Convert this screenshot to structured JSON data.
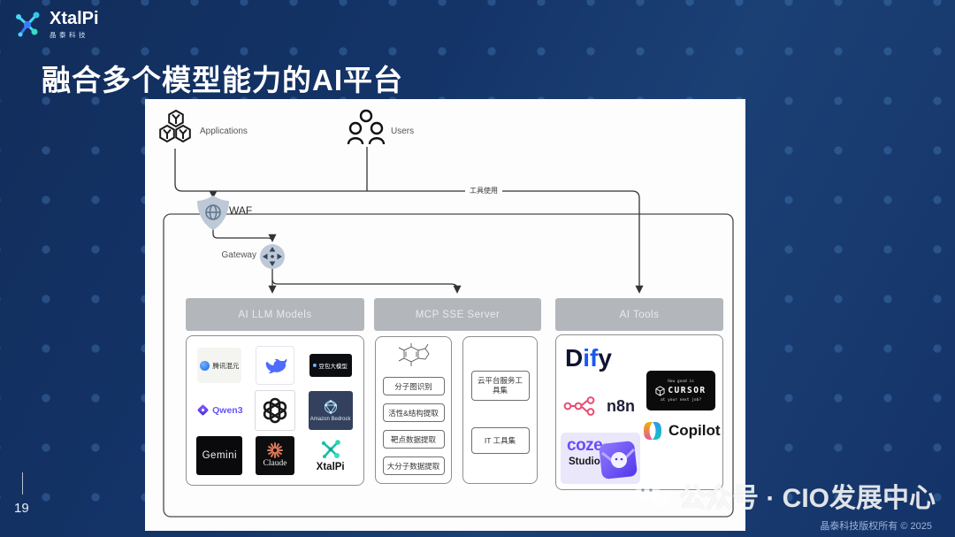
{
  "brand": {
    "name": "XtalPi",
    "tagline": "晶泰科技"
  },
  "title": "融合多个模型能力的AI平台",
  "page_number": "19",
  "watermark_text": "公众号 · CIO发展中心",
  "copyright": "晶泰科技版权所有 © 2025",
  "colors": {
    "background": "#143468",
    "background_dot": "#3f6ea6",
    "panel": "#fdfdfd",
    "section_header_gray": "#b3b7bc",
    "connector": "#333333",
    "shield_fill": "#bdc9d7",
    "deepseek_blue": "#4d6bfe",
    "qwen_purple": "#6356f6",
    "claude_orange": "#d97757",
    "xtalpi_teal": "#19c0a8",
    "dify_blue": "#1a56f0",
    "n8n_pink": "#ea4b71",
    "coze_purple": "#6a4df8",
    "bedrock_navy": "#33415e"
  },
  "diagram": {
    "applications_label": "Applications",
    "users_label": "Users",
    "waf_label": "WAF",
    "gateway_label": "Gateway",
    "tool_use_label": "工具使用",
    "llm": {
      "header": "AI LLM Models",
      "logos": [
        {
          "name": "腾讯混元"
        },
        {
          "name": "DeepSeek"
        },
        {
          "name": "豆包大模型"
        },
        {
          "name": "Qwen3"
        },
        {
          "name": "OpenAI"
        },
        {
          "name": "Amazon Bedrock"
        },
        {
          "name": "Gemini"
        },
        {
          "name": "Claude"
        },
        {
          "name": "XtalPi"
        }
      ]
    },
    "mcp": {
      "header": "MCP SSE Server",
      "molecule_tools": [
        "分子图识别",
        "活性&结构提取",
        "靶点数据提取",
        "大分子数据提取"
      ],
      "service_tools": [
        "云平台服务工具集",
        "IT 工具集"
      ]
    },
    "tools": {
      "header": "AI Tools",
      "dify": {
        "part1": "D",
        "part2": "if",
        "part3": "y"
      },
      "cursor": {
        "top": "How good is",
        "label": "CURSOR",
        "bottom": "at your next job?"
      },
      "n8n_label": "n8n",
      "coze": {
        "line1": "coze",
        "line2": "Studio"
      },
      "copilot_label": "Copilot"
    }
  }
}
